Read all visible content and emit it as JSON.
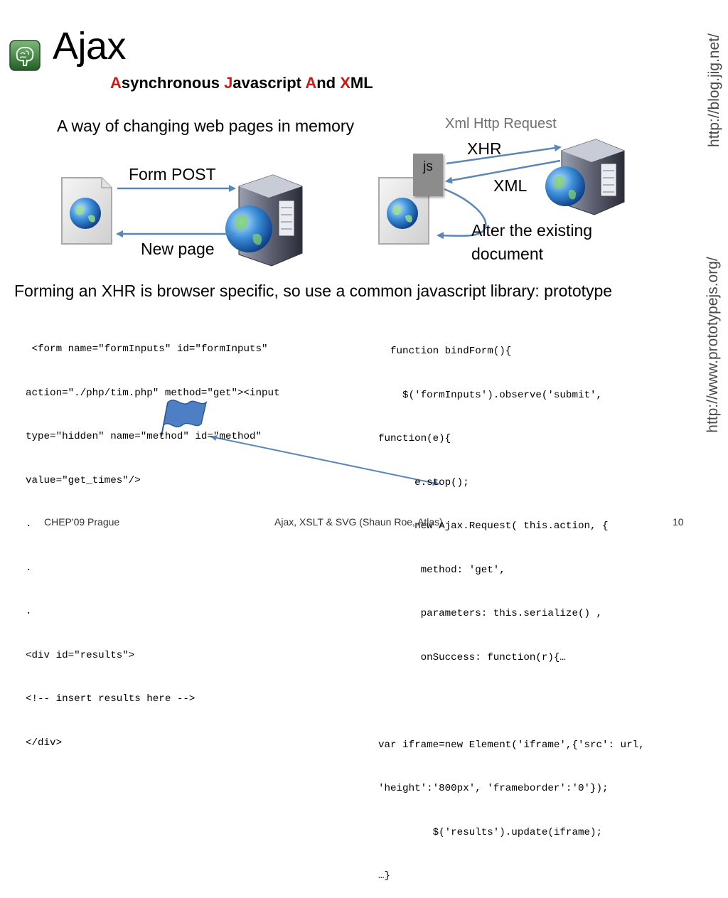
{
  "slide": {
    "title": "Ajax",
    "subtitle": [
      {
        "text": "A",
        "highlight": true
      },
      {
        "text": "synchronous ",
        "highlight": false
      },
      {
        "text": "J",
        "highlight": true
      },
      {
        "text": "avascript ",
        "highlight": false
      },
      {
        "text": "A",
        "highlight": true
      },
      {
        "text": "nd ",
        "highlight": false
      },
      {
        "text": "X",
        "highlight": true
      },
      {
        "text": "ML",
        "highlight": false
      }
    ],
    "highlight_color": "#d0181a",
    "tagline": "A way of changing web pages in memory",
    "sidebar_links": [
      "http://blog.jig.net/",
      "http://www.prototypejs.org/"
    ],
    "left_diagram": {
      "arrow_top_label": "Form POST",
      "arrow_bottom_label": "New page",
      "icons": [
        "web-page-icon",
        "server-icon"
      ]
    },
    "right_diagram": {
      "heading": "Xml Http Request",
      "js_label": "js",
      "arrow_top_label": "XHR",
      "arrow_bottom_label": "XML",
      "alter_line1": "Alter the existing",
      "alter_line2": "document",
      "icons": [
        "web-page-icon",
        "server-icon"
      ]
    },
    "statement": "Forming an XHR is browser specific, so use a common javascript library: prototype",
    "code_left": [
      " <form name=\"formInputs\" id=\"formInputs\"",
      "action=\"./php/tim.php\" method=\"get\"><input",
      "type=\"hidden\" name=\"method\" id=\"method\"",
      "value=\"get_times\"/>",
      ".",
      ".",
      ".",
      "<div id=\"results\">",
      "<!-- insert results here -->",
      "</div>"
    ],
    "code_right": [
      "  function bindForm(){",
      "    $('formInputs').observe('submit',",
      "function(e){",
      "      e.stop();",
      "      new Ajax.Request( this.action, {",
      "       method: 'get',",
      "       parameters: this.serialize() ,",
      "       onSuccess: function(r){…",
      "",
      "var iframe=new Element('iframe',{'src': url,",
      "'height':'800px', 'frameborder':'0'});",
      "         $('results').update(iframe);",
      "…}"
    ],
    "footer": {
      "left": "CHEP'09 Prague",
      "center": "Ajax, XSLT & SVG (Shaun Roe, Atlas)",
      "page": "10"
    },
    "colors": {
      "arrow": "#5b86b8",
      "flag": "#3d6fb5",
      "js_box": "#8c8c8c"
    }
  }
}
